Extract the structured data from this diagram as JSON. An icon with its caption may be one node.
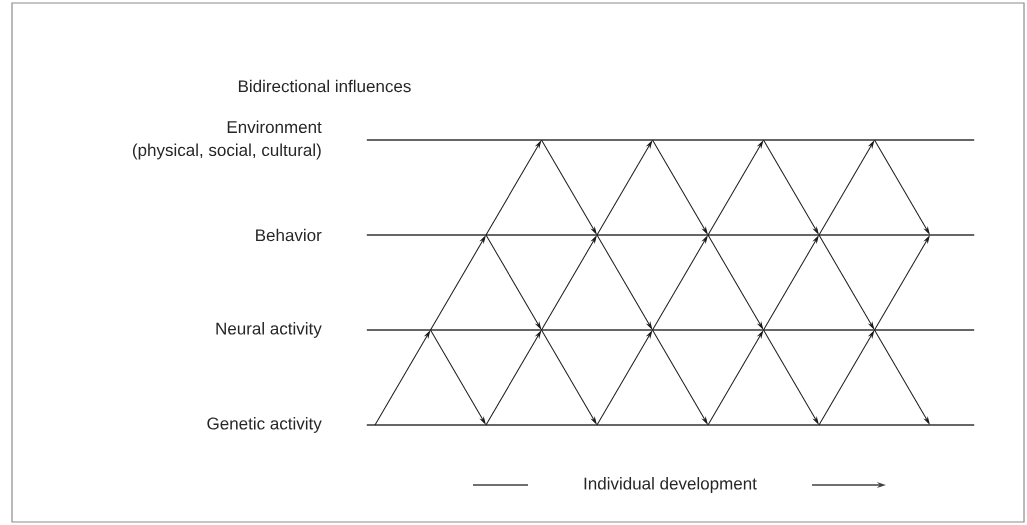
{
  "diagram": {
    "title": "Bidirectional influences",
    "nodes": [
      {
        "text": [
          "Environment (physical, social, cultural)"
        ]
      },
      {
        "text": [
          "Behavior"
        ]
      },
      {
        "text": [
          "Neural activity"
        ]
      },
      {
        "text": [
          "Genetic activity"
        ]
      }
    ],
    "edges": [
      {
        "from": 3,
        "to": 2,
        "arrow": "to"
      },
      {
        "from": 2,
        "to": 1,
        "arrow": "to"
      },
      {
        "from": 2,
        "to": 3,
        "arrow": "to"
      },
      {
        "from": 1,
        "to": 0,
        "arrow": "to"
      },
      {
        "from": 1,
        "to": 2,
        "arrow": "to"
      },
      {
        "from": 3,
        "to": 2,
        "arrow": "to"
      },
      {
        "from": 0,
        "to": 1,
        "arrow": "to"
      },
      {
        "from": 2,
        "to": 1,
        "arrow": "to"
      },
      {
        "from": 2,
        "to": 3,
        "arrow": "to"
      },
      {
        "from": 1,
        "to": 0,
        "arrow": "to"
      },
      {
        "from": 1,
        "to": 2,
        "arrow": "to"
      },
      {
        "from": 3,
        "to": 2,
        "arrow": "to"
      },
      {
        "from": 0,
        "to": 1,
        "arrow": "to"
      },
      {
        "from": 2,
        "to": 1,
        "arrow": "to"
      },
      {
        "from": 2,
        "to": 3,
        "arrow": "to"
      },
      {
        "from": 1,
        "to": 0,
        "arrow": "to"
      },
      {
        "from": 1,
        "to": 2,
        "arrow": "to"
      },
      {
        "from": 3,
        "to": 2,
        "arrow": "to"
      },
      {
        "from": 0,
        "to": 1,
        "arrow": "to"
      },
      {
        "from": 2,
        "to": 1,
        "arrow": "to"
      },
      {
        "from": 2,
        "to": 3,
        "arrow": "to"
      },
      {
        "from": 1,
        "to": 0,
        "arrow": "to"
      },
      {
        "from": 1,
        "to": 2,
        "arrow": "to"
      },
      {
        "from": 3,
        "to": 2,
        "arrow": "to"
      },
      {
        "from": 0,
        "to": 1,
        "arrow": "to"
      },
      {
        "from": 2,
        "to": 1,
        "arrow": "to"
      },
      {
        "from": 2,
        "to": 3,
        "arrow": "to"
      }
    ],
    "labels": [
      "Individual development"
    ]
  }
}
